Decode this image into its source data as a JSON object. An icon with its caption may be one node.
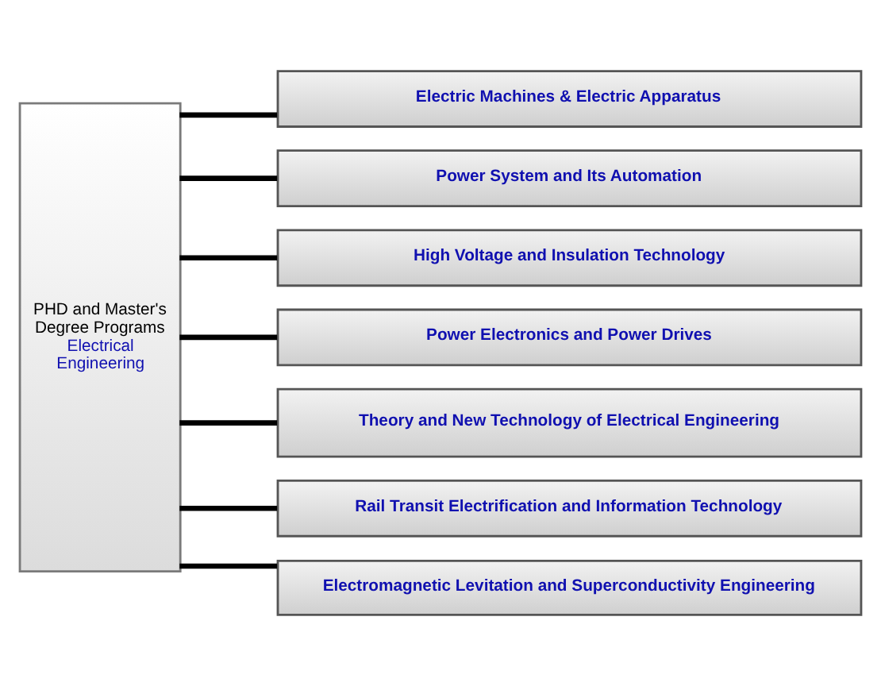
{
  "diagram": {
    "nodes": [
      {
        "text": [
          "PHD and Master's Degree Programs",
          "Electrical Engineering"
        ]
      },
      {
        "text": [
          "Electric Machines & Electric Apparatus"
        ]
      },
      {
        "text": [
          "Power System and Its Automation"
        ]
      },
      {
        "text": [
          "High Voltage and Insulation Technology"
        ]
      },
      {
        "text": [
          "Power Electronics and Power Drives"
        ]
      },
      {
        "text": [
          "Theory and New Technology of Electrical Engineering"
        ]
      },
      {
        "text": [
          "Rail Transit Electrification and Information Technology"
        ]
      },
      {
        "text": [
          "Electromagnetic Levitation and Superconductivity Engineering"
        ]
      }
    ],
    "edges": [
      {
        "from": 0,
        "to": 1,
        "arrow": "none"
      },
      {
        "from": 0,
        "to": 2,
        "arrow": "none"
      },
      {
        "from": 0,
        "to": 3,
        "arrow": "none"
      },
      {
        "from": 0,
        "to": 4,
        "arrow": "none"
      },
      {
        "from": 0,
        "to": 5,
        "arrow": "none"
      },
      {
        "from": 0,
        "to": 6,
        "arrow": "none"
      },
      {
        "from": 0,
        "to": 7,
        "arrow": "none"
      }
    ]
  }
}
